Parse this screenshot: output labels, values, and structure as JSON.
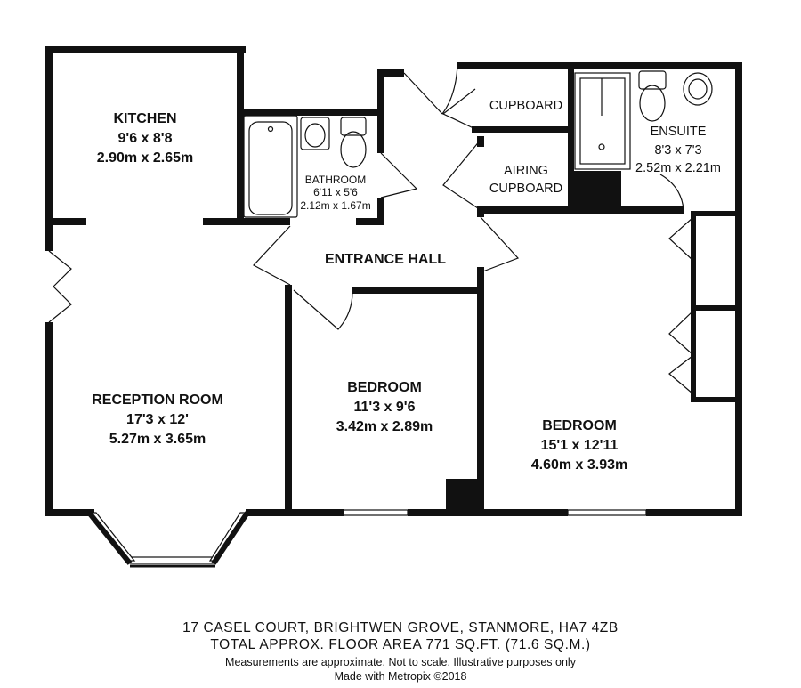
{
  "rooms": {
    "kitchen": {
      "name": "KITCHEN",
      "imperial": "9'6 x 8'8",
      "metric": "2.90m x 2.65m"
    },
    "bathroom": {
      "name": "BATHROOM",
      "imperial": "6'11 x 5'6",
      "metric": "2.12m x 1.67m"
    },
    "cupboard": {
      "name": "CUPBOARD"
    },
    "airing_cupboard": {
      "line1": "AIRING",
      "line2": "CUPBOARD"
    },
    "ensuite": {
      "name": "ENSUITE",
      "imperial": "8'3 x 7'3",
      "metric": "2.52m x 2.21m"
    },
    "entrance_hall": {
      "name": "ENTRANCE HALL"
    },
    "reception": {
      "name": "RECEPTION ROOM",
      "imperial": "17'3 x 12'",
      "metric": "5.27m x 3.65m"
    },
    "bedroom_2": {
      "name": "BEDROOM",
      "imperial": "11'3 x 9'6",
      "metric": "3.42m x 2.89m"
    },
    "bedroom_1": {
      "name": "BEDROOM",
      "imperial": "15'1 x 12'11",
      "metric": "4.60m x 3.93m"
    }
  },
  "footer": {
    "address": "17 CASEL COURT, BRIGHTWEN GROVE, STANMORE, HA7 4ZB",
    "area": "TOTAL APPROX. FLOOR AREA 771 SQ.FT. (71.6 SQ.M.)",
    "disclaimer": "Measurements are approximate.  Not to scale.  Illustrative purposes only",
    "credit": "Made with Metropix ©2018"
  },
  "colors": {
    "wall": "#111111",
    "background": "#ffffff"
  }
}
